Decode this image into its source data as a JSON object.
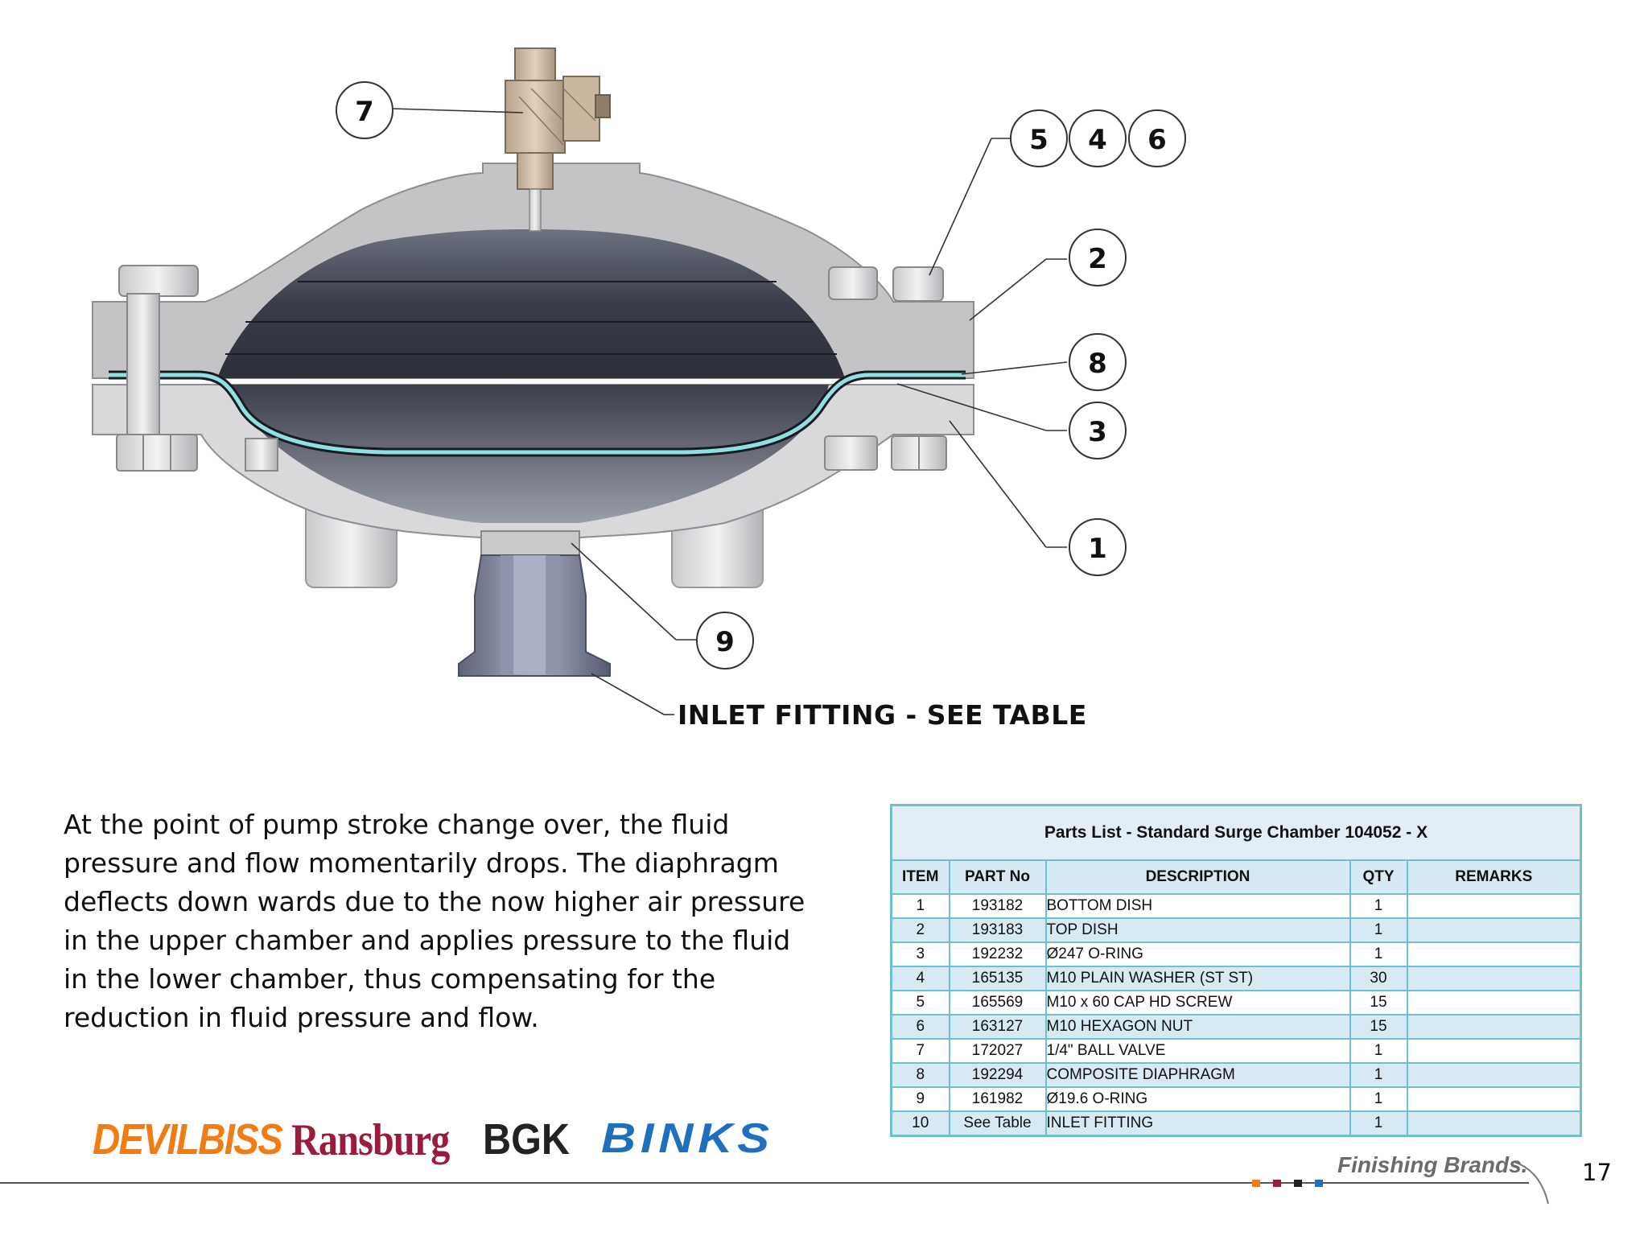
{
  "diagram": {
    "callouts": [
      "7",
      "5",
      "4",
      "6",
      "2",
      "8",
      "3",
      "1",
      "9"
    ],
    "inlet_label": "INLET FITTING - SEE TABLE"
  },
  "body_text": [
    "At the point of pump stroke change over, the fluid",
    "pressure and flow momentarily drops. The diaphragm",
    "deflects down wards due to the now higher air pressure",
    "in the upper chamber and applies pressure to the fluid",
    "in the lower chamber, thus compensating for the",
    "reduction in fluid pressure and flow."
  ],
  "parts_table": {
    "title": "Parts List - Standard Surge Chamber 104052 - X",
    "headers": [
      "ITEM",
      "PART No",
      "DESCRIPTION",
      "QTY",
      "REMARKS"
    ],
    "rows": [
      [
        "1",
        "193182",
        "BOTTOM DISH",
        "1",
        ""
      ],
      [
        "2",
        "193183",
        "TOP DISH",
        "1",
        ""
      ],
      [
        "3",
        "192232",
        "Ø247 O-RING",
        "1",
        ""
      ],
      [
        "4",
        "165135",
        "M10 PLAIN WASHER (ST ST)",
        "30",
        ""
      ],
      [
        "5",
        "165569",
        "M10 x 60 CAP HD SCREW",
        "15",
        ""
      ],
      [
        "6",
        "163127",
        "M10 HEXAGON NUT",
        "15",
        ""
      ],
      [
        "7",
        "172027",
        "1/4\" BALL VALVE",
        "1",
        ""
      ],
      [
        "8",
        "192294",
        "COMPOSITE DIAPHRAGM",
        "1",
        ""
      ],
      [
        "9",
        "161982",
        "Ø19.6 O-RING",
        "1",
        ""
      ],
      [
        "10",
        "See Table",
        "INLET FITTING",
        "1",
        ""
      ]
    ]
  },
  "brands": [
    "DEVILBISS",
    "Ransburg",
    "BGK",
    "BINKS"
  ],
  "footer": {
    "company": "Finishing Brands.",
    "page_number": "17",
    "dot_colors": [
      "#f07d14",
      "#9b1b3a",
      "#222222",
      "#1e6fbd"
    ]
  },
  "colors": {
    "table_border": "#6cc0d2",
    "diaphragm": "#8fe0e0",
    "binks_blue": "#1e6fbd",
    "devilbiss_orange": "#f07d14",
    "ransburg_red": "#9b1b3a"
  }
}
